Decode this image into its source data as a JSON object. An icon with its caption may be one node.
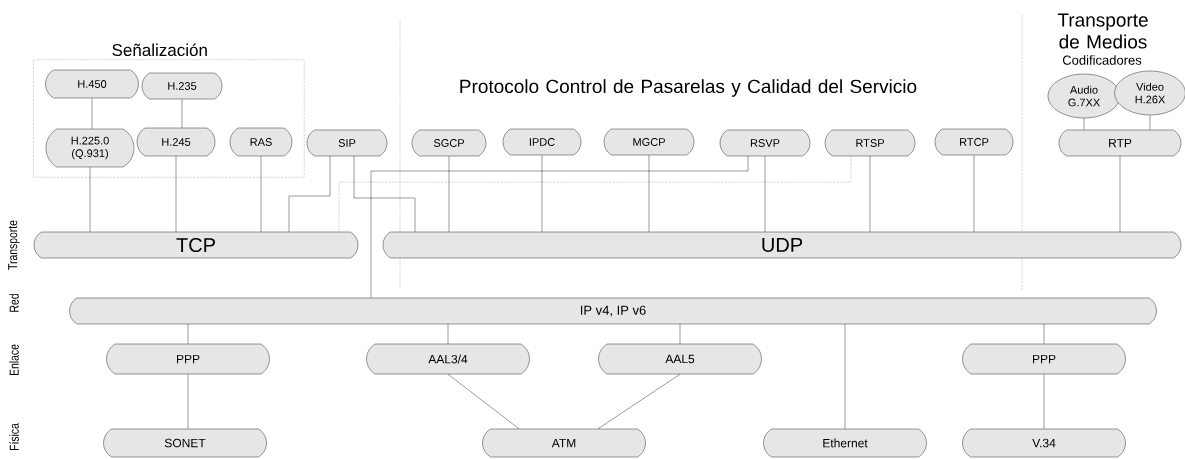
{
  "diagram": {
    "nodes": [
      {
        "text": [
          "Señalización"
        ]
      },
      {
        "text": [
          "H.450"
        ],
        "in": 0
      },
      {
        "text": [
          "H.235"
        ],
        "in": 0
      },
      {
        "text": [
          "H.225.0 (Q.931)"
        ],
        "in": 0
      },
      {
        "text": [
          "H.245"
        ],
        "in": 0
      },
      {
        "text": [
          "RAS"
        ],
        "in": 0
      },
      {
        "text": [
          "SIP"
        ]
      },
      {
        "text": [
          "SGCP"
        ]
      },
      {
        "text": [
          "IPDC"
        ]
      },
      {
        "text": [
          "MGCP"
        ]
      },
      {
        "text": [
          "RSVP"
        ]
      },
      {
        "text": [
          "RTSP"
        ]
      },
      {
        "text": [
          "RTCP"
        ]
      },
      {
        "text": [
          "Audio G.7XX"
        ]
      },
      {
        "text": [
          "Video H.26X"
        ]
      },
      {
        "text": [
          "RTP"
        ]
      },
      {
        "text": [
          "TCP"
        ]
      },
      {
        "text": [
          "UDP"
        ]
      },
      {
        "text": [
          "IP v4, IP v6"
        ]
      },
      {
        "text": [
          "PPP"
        ]
      },
      {
        "text": [
          "AAL3/4"
        ]
      },
      {
        "text": [
          "AAL5"
        ]
      },
      {
        "text": [
          "PPP"
        ]
      },
      {
        "text": [
          "SONET"
        ]
      },
      {
        "text": [
          "ATM"
        ]
      },
      {
        "text": [
          "Ethernet"
        ]
      },
      {
        "text": [
          "V.34"
        ]
      }
    ],
    "edges": [
      {
        "from": 1,
        "to": 3,
        "arrow": "none"
      },
      {
        "from": 2,
        "to": 4,
        "arrow": "none"
      },
      {
        "from": 3,
        "to": 16,
        "arrow": "none"
      },
      {
        "from": 4,
        "to": 16,
        "arrow": "none"
      },
      {
        "from": 5,
        "to": 16,
        "arrow": "none"
      },
      {
        "from": 6,
        "to": 16,
        "arrow": "none"
      },
      {
        "from": 6,
        "to": 17,
        "arrow": "none"
      },
      {
        "from": 7,
        "to": 17,
        "arrow": "none"
      },
      {
        "from": 8,
        "to": 17,
        "arrow": "none"
      },
      {
        "from": 9,
        "to": 17,
        "arrow": "none"
      },
      {
        "from": 10,
        "to": 17,
        "arrow": "none"
      },
      {
        "from": 10,
        "to": 18,
        "arrow": "none"
      },
      {
        "from": 11,
        "to": 17,
        "arrow": "none"
      },
      {
        "from": 11,
        "to": 16,
        "arrow": "none",
        "style": "dashed"
      },
      {
        "from": 12,
        "to": 17,
        "arrow": "none"
      },
      {
        "from": 13,
        "to": 15,
        "arrow": "none"
      },
      {
        "from": 14,
        "to": 15,
        "arrow": "none"
      },
      {
        "from": 15,
        "to": 17,
        "arrow": "none"
      },
      {
        "from": 18,
        "to": 19,
        "arrow": "none"
      },
      {
        "from": 18,
        "to": 20,
        "arrow": "none"
      },
      {
        "from": 18,
        "to": 21,
        "arrow": "none"
      },
      {
        "from": 18,
        "to": 22,
        "arrow": "none"
      },
      {
        "from": 18,
        "to": 25,
        "arrow": "none"
      },
      {
        "from": 19,
        "to": 23,
        "arrow": "none"
      },
      {
        "from": 20,
        "to": 24,
        "arrow": "none"
      },
      {
        "from": 21,
        "to": 24,
        "arrow": "none"
      },
      {
        "from": 22,
        "to": 26,
        "arrow": "none"
      }
    ],
    "labels": [
      "Protocolo  Control de Pasarelas y Calidad del Servicio",
      "Transporte de Medios",
      "Codificadores",
      "Transporte",
      "Red",
      "Enlace",
      "Física"
    ]
  }
}
